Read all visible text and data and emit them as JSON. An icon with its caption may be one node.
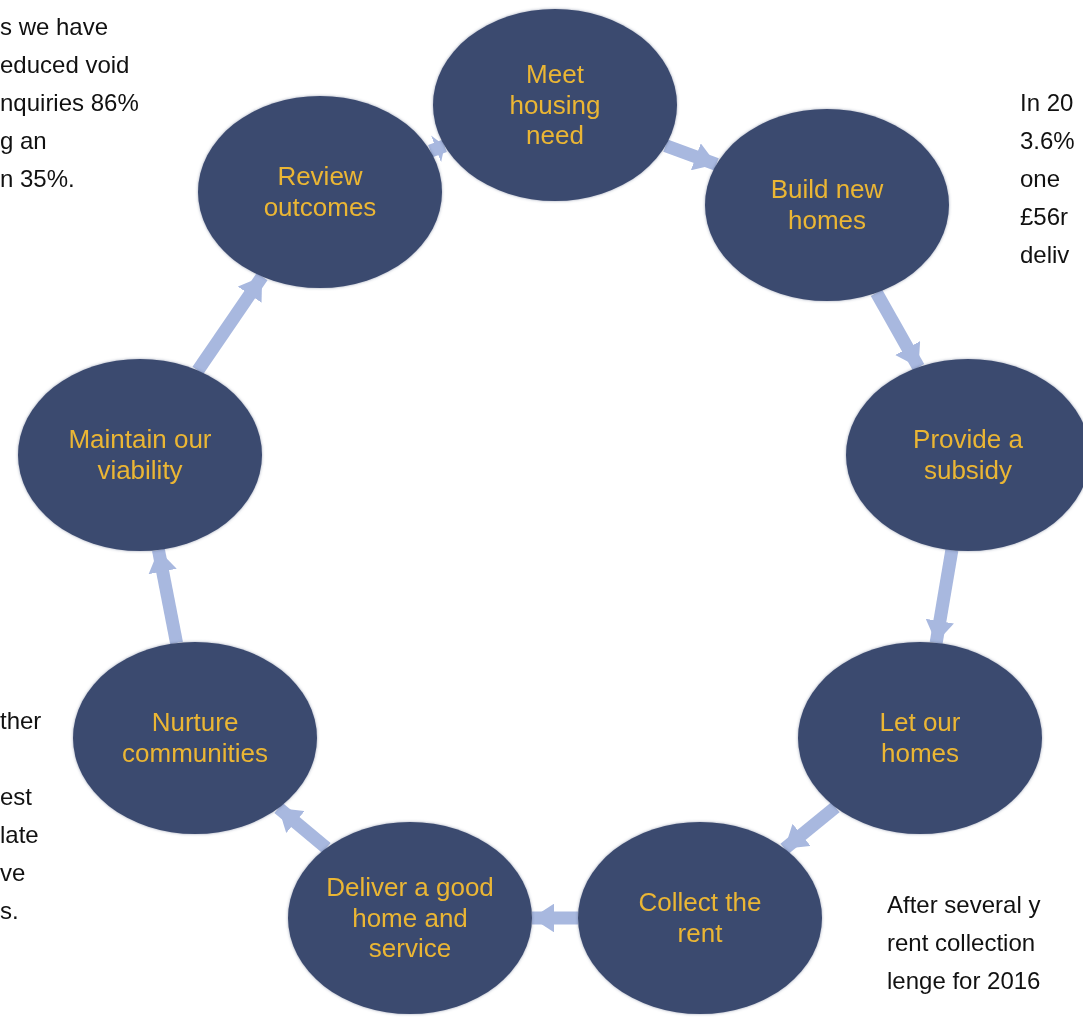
{
  "diagram": {
    "nodes": [
      {
        "text": [
          "Meet housing need"
        ]
      },
      {
        "text": [
          "Build new homes"
        ]
      },
      {
        "text": [
          "Provide a subsidy"
        ]
      },
      {
        "text": [
          "Let our homes"
        ]
      },
      {
        "text": [
          "Collect the rent"
        ]
      },
      {
        "text": [
          "Deliver a good home and service"
        ]
      },
      {
        "text": [
          "Nurture communities"
        ]
      },
      {
        "text": [
          "Maintain our viability"
        ]
      },
      {
        "text": [
          "Review outcomes"
        ]
      }
    ],
    "edges": [
      {
        "from": 8,
        "to": 0,
        "arrow": "to"
      },
      {
        "from": 0,
        "to": 1,
        "arrow": "to"
      },
      {
        "from": 1,
        "to": 2,
        "arrow": "to"
      },
      {
        "from": 2,
        "to": 3,
        "arrow": "to"
      },
      {
        "from": 3,
        "to": 4,
        "arrow": "to"
      },
      {
        "from": 4,
        "to": 5,
        "arrow": "to"
      },
      {
        "from": 5,
        "to": 6,
        "arrow": "to"
      },
      {
        "from": 6,
        "to": 7,
        "arrow": "to"
      },
      {
        "from": 7,
        "to": 8,
        "arrow": "to"
      }
    ],
    "labels": [
      "s we have educed void nquiries 86% g an n 35%.",
      "In 20 3.6% one £56r deliv",
      "ther est late ve s.",
      "After several y rent collection lenge for 2016"
    ]
  }
}
